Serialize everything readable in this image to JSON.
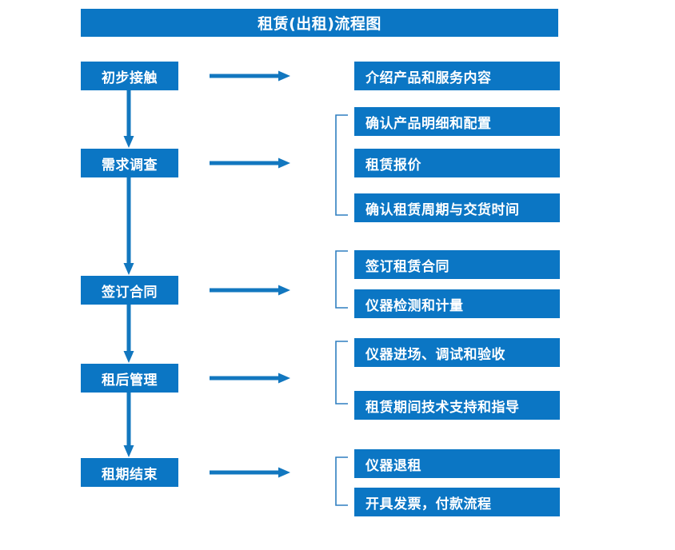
{
  "title": {
    "text": "租赁(出租)流程图"
  },
  "colors": {
    "primary_blue": "#0b76c4",
    "line_blue": "#1277bf",
    "bracket_blue": "#2f7fc0",
    "text_white": "#ffffff",
    "background": "#ffffff"
  },
  "stages": [
    {
      "label": "初步接触"
    },
    {
      "label": "需求调查"
    },
    {
      "label": "签订合同"
    },
    {
      "label": "租后管理"
    },
    {
      "label": "租期结束"
    }
  ],
  "tasks": [
    {
      "label": "介绍产品和服务内容"
    },
    {
      "label": "确认产品明细和配置"
    },
    {
      "label": "租赁报价"
    },
    {
      "label": "确认租赁周期与交货时间"
    },
    {
      "label": "签订租赁合同"
    },
    {
      "label": "仪器检测和计量"
    },
    {
      "label": "仪器进场、调试和验收"
    },
    {
      "label": "租赁期间技术支持和指导"
    },
    {
      "label": "仪器退租"
    },
    {
      "label": "开具发票，付款流程"
    }
  ],
  "connectors": {
    "flow_arrows_right": 5,
    "flow_arrows_down": 4,
    "group_brackets": 4
  }
}
